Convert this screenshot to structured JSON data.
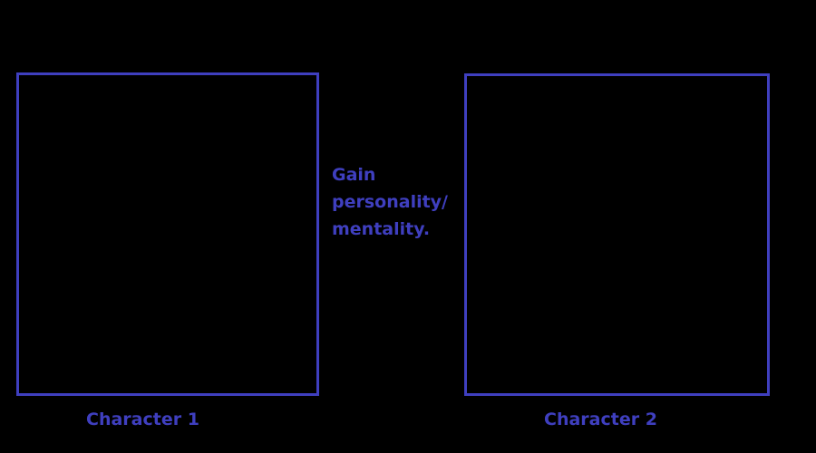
{
  "colors": {
    "background": "#000000",
    "accent": "#3f3fbf"
  },
  "caption": {
    "lines": [
      "Gain",
      "personality/",
      "mentality."
    ]
  },
  "characters": [
    {
      "label": "Character 1"
    },
    {
      "label": "Character 2"
    }
  ]
}
